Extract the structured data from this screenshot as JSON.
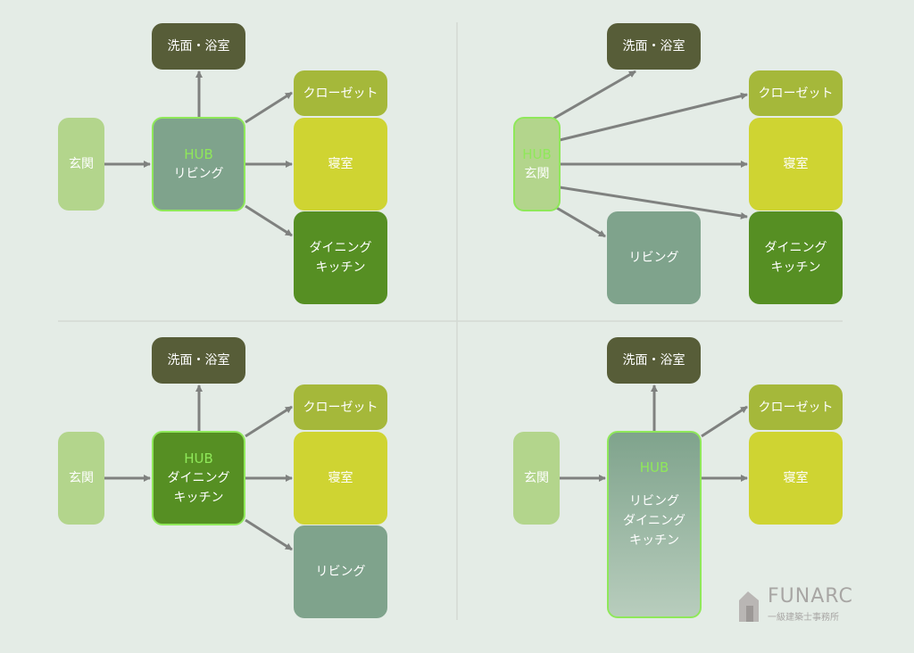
{
  "labels": {
    "bath": "洗面・浴室",
    "closet": "クローゼット",
    "bedroom": "寝室",
    "dining1": "ダイニング",
    "dining2": "キッチン",
    "entrance": "玄関",
    "living": "リビング",
    "hub": "HUB"
  },
  "logo": {
    "name": "FUNARC",
    "sub": "一級建築士事務所"
  },
  "colors": {
    "background": "#e4ece6",
    "bath": "#575d38",
    "entrance": "#b3d58c",
    "living": "#7fa38c",
    "closet": "#a5b83a",
    "bedroom": "#cfd432",
    "dining": "#568f23",
    "hub_border": "#8fe85a",
    "arrow": "#7f817f"
  }
}
